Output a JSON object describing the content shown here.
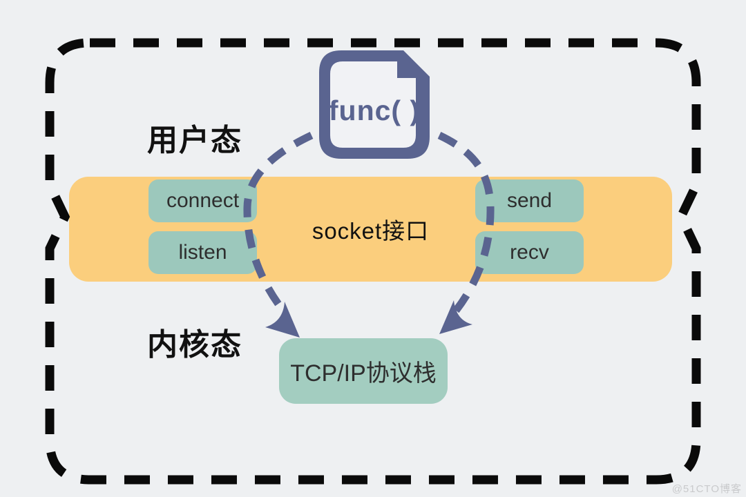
{
  "diagram_title": "socket API between user mode and kernel mode",
  "labels": {
    "user_mode": "用户态",
    "kernel_mode": "内核态",
    "func_icon_text": "func( )",
    "socket_layer": "socket接口",
    "tcp_stack": "TCP/IP协议栈"
  },
  "api_buttons": {
    "left": [
      {
        "label": "connect"
      },
      {
        "label": "listen"
      }
    ],
    "right": [
      {
        "label": "send"
      },
      {
        "label": "recv"
      }
    ]
  },
  "icons": {
    "func_document": "document-with-folded-corner",
    "flow_arrows": "two dashed curved arrows from func() document through socket layer down to TCP/IP stack"
  },
  "watermark": "@51CTO博客",
  "colors": {
    "bg": "#EEF0F2",
    "ink": "#0A0A0A",
    "band": "#FBCE7D",
    "teal": "#9CC8BC",
    "teal2": "#A3CDC0",
    "slate": "#5A6490",
    "text": "#2E2E2E",
    "dark": "#111111",
    "wm": "#C9CACC",
    "paper": "#F1F2F5"
  }
}
